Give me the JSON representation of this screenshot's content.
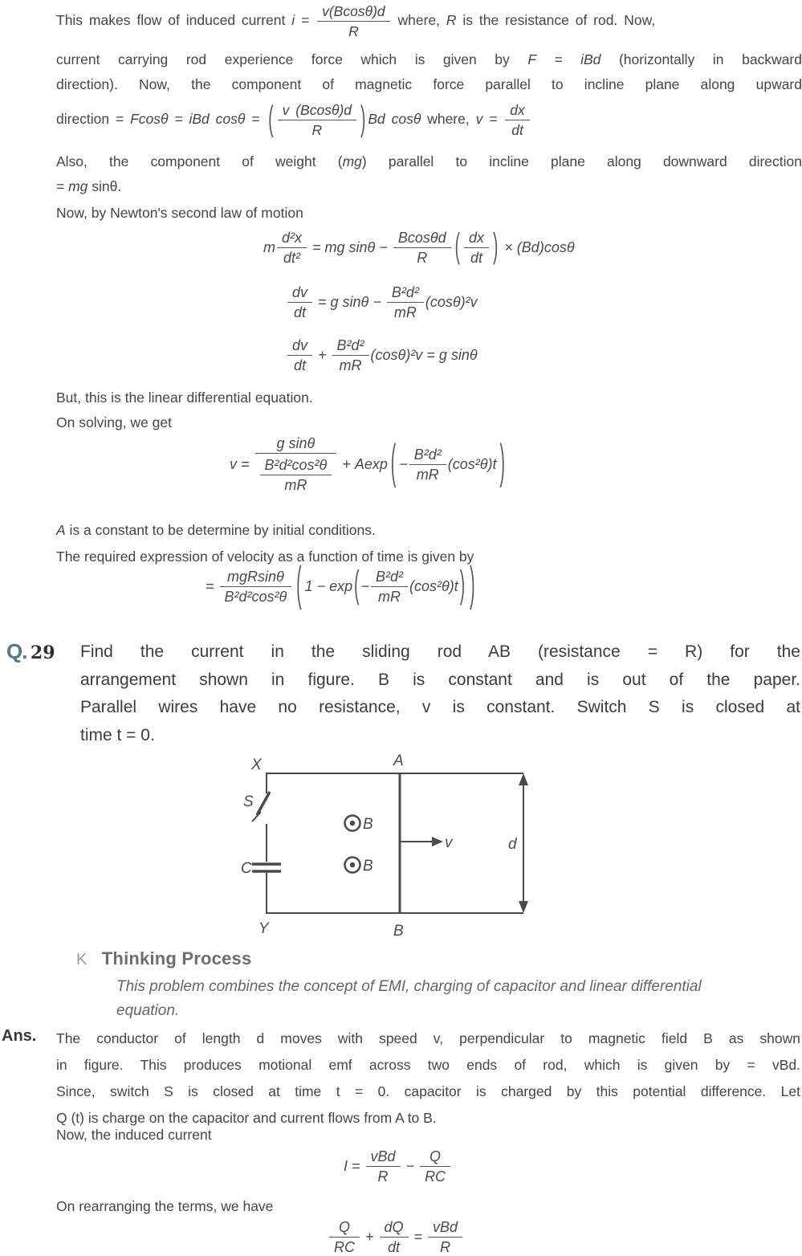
{
  "colors": {
    "body_text": "#454545",
    "q_label_teal": "#55798b",
    "figure_line": "#4a4a4a",
    "thinking_gray": "#6d6d6d"
  },
  "p1": {
    "l1a": "This makes flow of induced current ",
    "l1m": "i = ",
    "f1n": "v(Bcosθ)d",
    "f1d": "R",
    "l1b": " where, ",
    "l1c": "R",
    "l1d": " is the resistance of rod. Now,",
    "l2a": "current carrying rod experience force which is given by ",
    "l2m": "F = iBd",
    "l2b": " (horizontally in backward",
    "l3": "direction). Now, the component of magnetic force parallel to incline plane along upward",
    "l4a": "direction = ",
    "l4m1": "Fcosθ = iBd cosθ = ",
    "f2n": "v (Bcosθ)d",
    "f2d": "R",
    "l4m2": "Bd cosθ",
    "l4b": " where, ",
    "l4m3": "v = ",
    "f3n": "dx",
    "f3d": "dt"
  },
  "p2": {
    "l1a": "Also, the component of weight (",
    "l1m": "mg",
    "l1b": ") parallel to incline plane along downward direction",
    "l2a": "= ",
    "l2m": "mg",
    "l2b": " sinθ."
  },
  "p3": "Now, by Newton's second law of motion",
  "eq_newton": {
    "pre": "m",
    "f1n": "d²x",
    "f1d": "dt²",
    "mid": " = mg sinθ − ",
    "f2n": "Bcosθd",
    "f2d": "R",
    "lp": "(",
    "f3n": "dx",
    "f3d": "dt",
    "rp": ")",
    "tail": " × (Bd)cosθ"
  },
  "eq_dv1": {
    "f1n": "dv",
    "f1d": "dt",
    "mid": " = g sinθ − ",
    "f2n": "B²d²",
    "f2d": "mR",
    "tail": "(cosθ)²v"
  },
  "eq_dv2": {
    "f1n": "dv",
    "f1d": "dt",
    "op": " + ",
    "f2n": "B²d²",
    "f2d": "mR",
    "tail": "(cosθ)²v = g sinθ"
  },
  "p4": "But, this is the linear differential equation.",
  "p5": "On solving, we get",
  "eq_v": {
    "lhs": "v = ",
    "f1n": "g sinθ",
    "innern": "B²d²cos²θ",
    "innerd": "mR",
    "op": " + ",
    "fn": "Aexp",
    "lp": "(",
    "neg": "−",
    "f2n": "B²d²",
    "f2d": "mR",
    "tail": "(cos²θ)t",
    "rp": ")"
  },
  "p6a": "A",
  "p6b": " is a constant to be determine by initial conditions.",
  "p7": "The required expression of velocity as a function of time is given by",
  "eq_vt": {
    "lhs": "= ",
    "f1n": "mgRsinθ",
    "f1d": "B²d²cos²θ",
    "lp": "(",
    "mid": "1 − exp",
    "lp2": "(",
    "neg": "−",
    "f2n": "B²d²",
    "f2d": "mR",
    "tail": "(cos²θ)t",
    "rp2": ")",
    "rp": ")"
  },
  "q29": {
    "label": "Q.",
    "number": "29",
    "lines": [
      "Find the current in the sliding rod AB (resistance = R) for the",
      "arrangement shown in figure. B is constant and is out of the paper.",
      "Parallel wires have no resistance, v is constant. Switch S is closed at",
      "time t = 0."
    ]
  },
  "figure": {
    "labels": {
      "x": "X",
      "a": "A",
      "s": "S",
      "c": "C",
      "y": "Y",
      "b_bottom": "B",
      "b_field1": "B",
      "b_field2": "B",
      "v": "v",
      "d": "d"
    }
  },
  "thinking": {
    "icon": "K",
    "title": "Thinking Process",
    "lines": [
      "This problem combines the concept of EMI, charging of capacitor and linear differential",
      "equation."
    ]
  },
  "ans": {
    "label": "Ans.",
    "lines": [
      "The conductor of length d moves with speed v, perpendicular to magnetic field B as shown",
      "in figure. This produces motional emf across two ends of rod, which is given by = vBd.",
      "Since, switch S is closed at time t = 0. capacitor is charged by this potential difference. Let",
      "Q (t) is charge on the capacitor and current flows from A to B."
    ],
    "para2": "Now, the induced current",
    "para3": "On rearranging the terms, we have"
  },
  "eq_I": {
    "lhs": "I = ",
    "f1n": "vBd",
    "f1d": "R",
    "op": " − ",
    "f2n": "Q",
    "f2d": "RC"
  },
  "eq_Q": {
    "f1n": "Q",
    "f1d": "RC",
    "op": " + ",
    "f2n": "dQ",
    "f2d": "dt",
    "eq": " = ",
    "f3n": "vBd",
    "f3d": "R"
  }
}
